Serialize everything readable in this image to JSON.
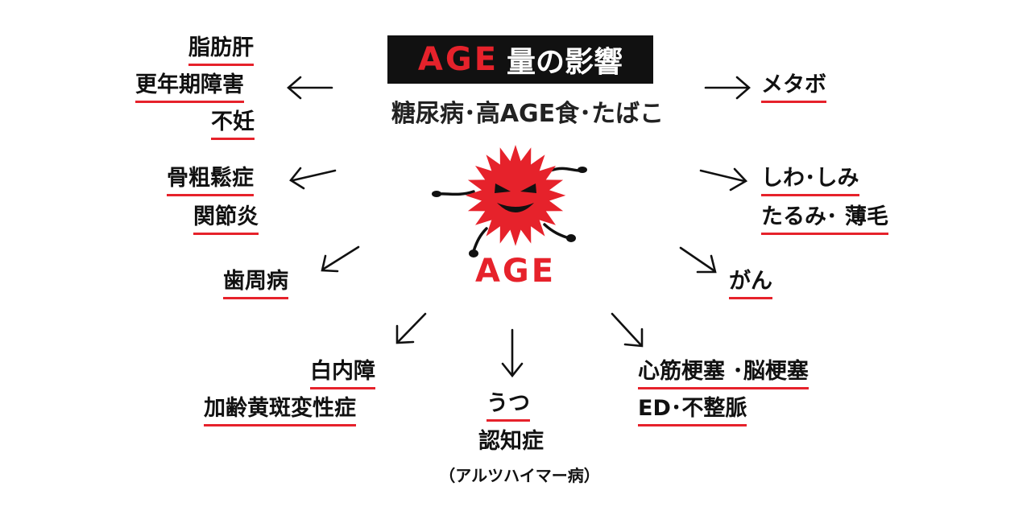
{
  "title": {
    "highlight": "AGE",
    "rest": "量の影響"
  },
  "subtitle": "糖尿病･高AGE食･たばこ",
  "center_label": "AGE",
  "effects": {
    "fatty_liver": "脂肪肝",
    "menopause": "更年期障害",
    "infertility": "不妊",
    "osteoporosis": "骨粗鬆症",
    "arthritis": "関節炎",
    "periodontal": "歯周病",
    "cataract": "白内障",
    "amd": "加齢黄斑変性症",
    "depression": "うつ",
    "dementia": "認知症",
    "dementia_note": "（アルツハイマー病）",
    "metabo": "メタボ",
    "wrinkles": "しわ･しみ",
    "sagging": "たるみ･ 薄毛",
    "cancer": "がん",
    "heart": "心筋梗塞 ･脳梗塞",
    "ed": "ED･不整脈"
  },
  "colors": {
    "accent": "#e6222b",
    "text": "#111111",
    "title_bg": "#111111"
  },
  "icons": {
    "mascot": "spiky-age-mascot-icon",
    "arrow": "arrow-icon"
  }
}
